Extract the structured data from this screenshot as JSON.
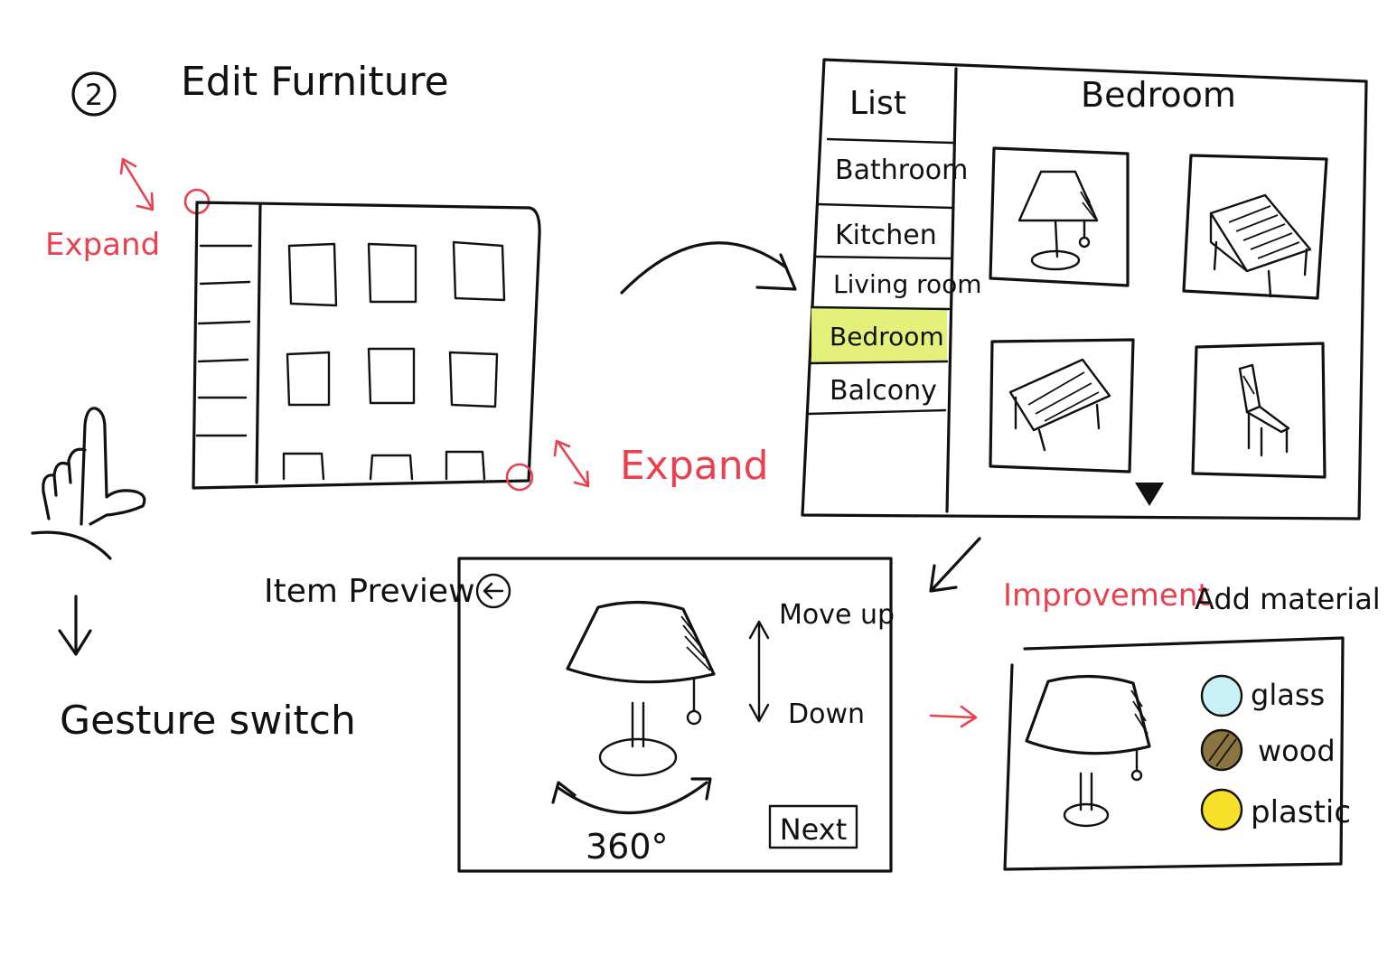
{
  "step": {
    "number": "2",
    "title": "Edit Furniture"
  },
  "expand_labels": {
    "top_left": "Expand",
    "bottom_right": "Expand"
  },
  "gesture": {
    "label": "Gesture switch"
  },
  "catalog": {
    "list_header": "List",
    "room_title": "Bedroom",
    "rooms": [
      {
        "label": "Bathroom",
        "selected": false
      },
      {
        "label": "Kitchen",
        "selected": false
      },
      {
        "label": "Living room",
        "selected": false
      },
      {
        "label": "Bedroom",
        "selected": true
      },
      {
        "label": "Balcony",
        "selected": false
      }
    ],
    "items": [
      {
        "icon": "lamp-icon"
      },
      {
        "icon": "bed-icon"
      },
      {
        "icon": "table-icon"
      },
      {
        "icon": "chair-icon"
      }
    ],
    "highlight_color": "#e3f07a"
  },
  "preview": {
    "label": "Item Preview",
    "move_up": "Move up",
    "down": "Down",
    "rotation": "360°",
    "next_button": "Next"
  },
  "improvement": {
    "label": "Improvement",
    "subtitle": "Add material",
    "materials": [
      {
        "label": "glass",
        "color": "#c9f1f7"
      },
      {
        "label": "wood",
        "color": "#8a7440"
      },
      {
        "label": "plastic",
        "color": "#f7df2a"
      }
    ]
  }
}
